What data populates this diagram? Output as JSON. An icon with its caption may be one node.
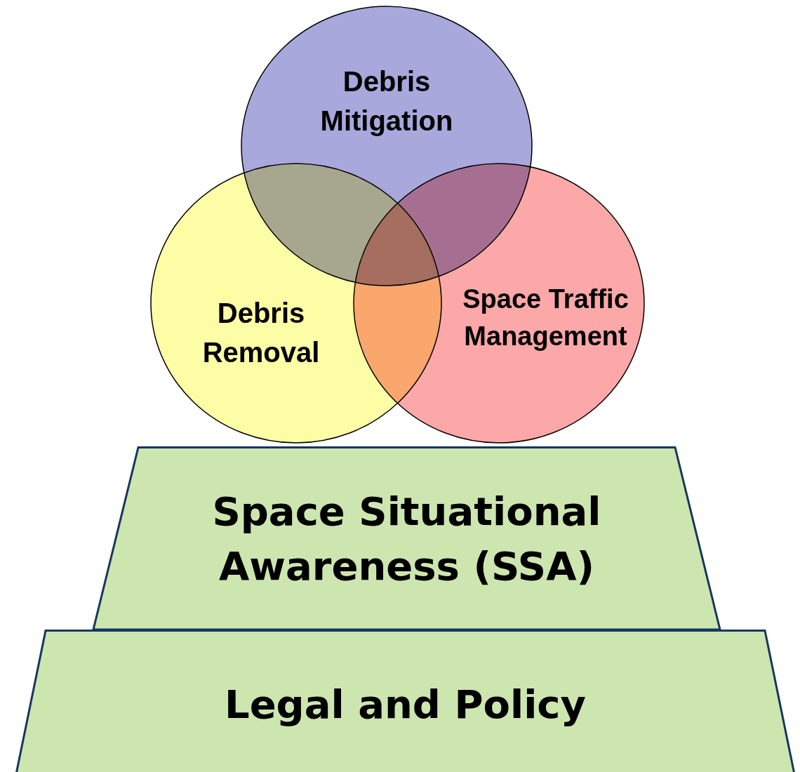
{
  "diagram": {
    "nodes": [
      {
        "text": [
          "Debris Mitigation"
        ]
      },
      {
        "text": [
          "Debris Removal"
        ]
      },
      {
        "text": [
          "Space Traffic Management"
        ]
      },
      {
        "text": [
          "Space Situational Awareness (SSA)"
        ]
      },
      {
        "text": [
          "Legal and Policy"
        ]
      }
    ]
  }
}
